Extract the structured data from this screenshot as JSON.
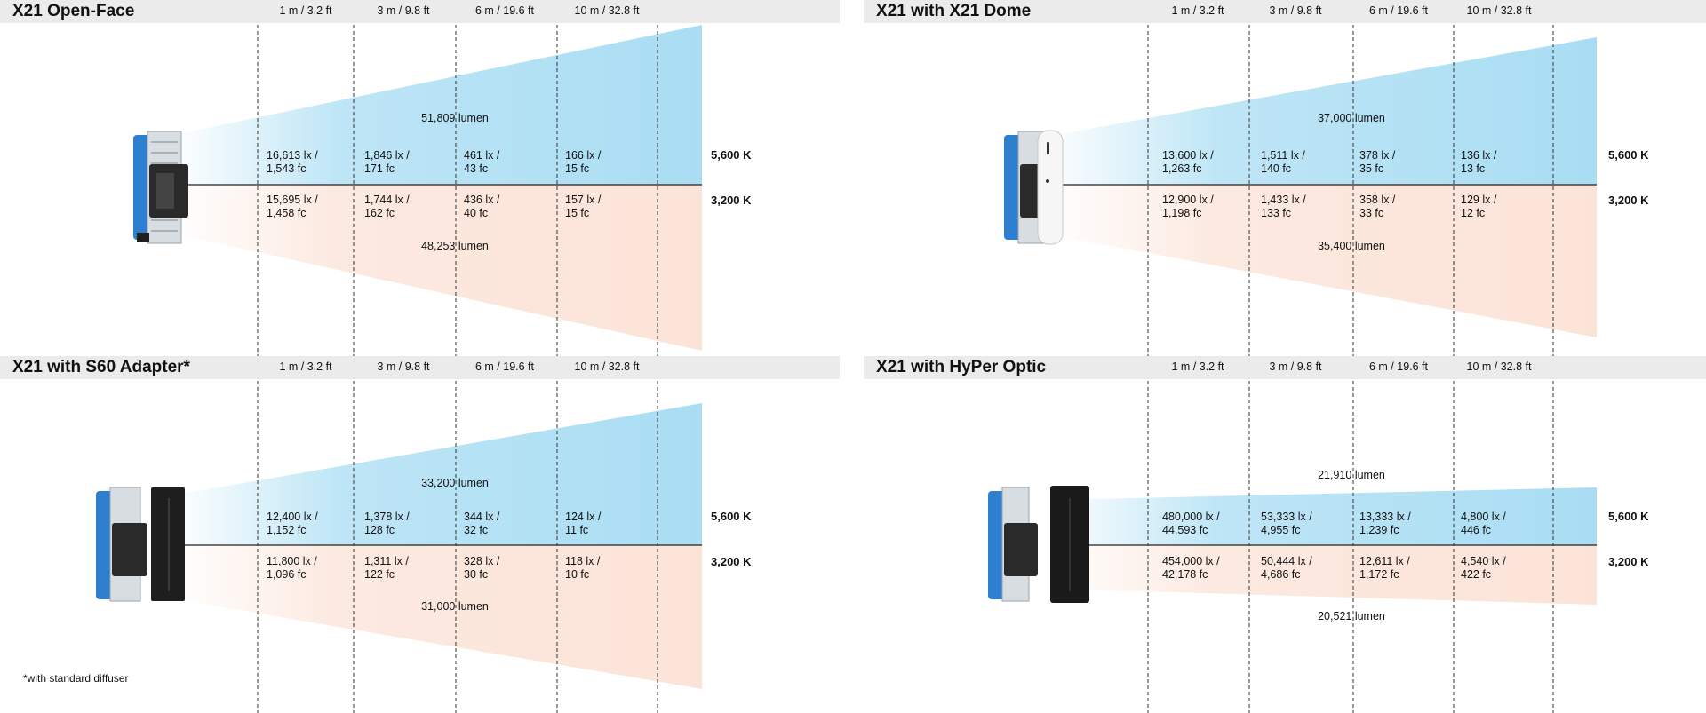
{
  "distances": [
    "1 m / 3.2 ft",
    "3 m / 9.8 ft",
    "6 m / 19.6 ft",
    "10 m / 32.8 ft"
  ],
  "colors": {
    "daylight_beam": "#a9ddf3",
    "tungsten_beam": "#fbe0d3",
    "header_band": "#ebebeb",
    "fixture_body": "#2f7fd0"
  },
  "panels": [
    {
      "title": "X21 Open-Face",
      "lumen_5600": "51,809 lumen",
      "lumen_3200": "48,253 lumen",
      "k_5600": "5,600 K",
      "k_3200": "3,200 K",
      "row_5600": [
        {
          "lx": "16,613 lx /",
          "fc": "1,543 fc"
        },
        {
          "lx": "1,846 lx /",
          "fc": "171 fc"
        },
        {
          "lx": "461 lx /",
          "fc": "43 fc"
        },
        {
          "lx": "166 lx /",
          "fc": "15 fc"
        }
      ],
      "row_3200": [
        {
          "lx": "15,695 lx /",
          "fc": "1,458 fc"
        },
        {
          "lx": "1,744 lx /",
          "fc": "162 fc"
        },
        {
          "lx": "436 lx /",
          "fc": "40 fc"
        },
        {
          "lx": "157 lx /",
          "fc": "15 fc"
        }
      ]
    },
    {
      "title": "X21 with X21 Dome",
      "lumen_5600": "37,000 lumen",
      "lumen_3200": "35,400 lumen",
      "k_5600": "5,600 K",
      "k_3200": "3,200 K",
      "row_5600": [
        {
          "lx": "13,600 lx /",
          "fc": "1,263 fc"
        },
        {
          "lx": "1,511 lx /",
          "fc": "140 fc"
        },
        {
          "lx": "378 lx /",
          "fc": "35 fc"
        },
        {
          "lx": "136 lx /",
          "fc": "13 fc"
        }
      ],
      "row_3200": [
        {
          "lx": "12,900 lx /",
          "fc": "1,198 fc"
        },
        {
          "lx": "1,433 lx /",
          "fc": "133 fc"
        },
        {
          "lx": "358 lx /",
          "fc": "33 fc"
        },
        {
          "lx": "129 lx /",
          "fc": "12 fc"
        }
      ]
    },
    {
      "title": "X21 with S60 Adapter*",
      "lumen_5600": "33,200 lumen",
      "lumen_3200": "31,000 lumen",
      "k_5600": "5,600 K",
      "k_3200": "3,200 K",
      "footnote": "*with standard diffuser",
      "row_5600": [
        {
          "lx": "12,400 lx /",
          "fc": "1,152 fc"
        },
        {
          "lx": "1,378 lx /",
          "fc": "128 fc"
        },
        {
          "lx": "344 lx /",
          "fc": "32 fc"
        },
        {
          "lx": "124 lx /",
          "fc": "11 fc"
        }
      ],
      "row_3200": [
        {
          "lx": "11,800 lx /",
          "fc": "1,096 fc"
        },
        {
          "lx": "1,311 lx /",
          "fc": "122 fc"
        },
        {
          "lx": "328 lx /",
          "fc": "30 fc"
        },
        {
          "lx": "118 lx /",
          "fc": "10 fc"
        }
      ]
    },
    {
      "title": "X21 with HyPer Optic",
      "lumen_5600": "21,910 lumen",
      "lumen_3200": "20,521 lumen",
      "k_5600": "5,600 K",
      "k_3200": "3,200 K",
      "row_5600": [
        {
          "lx": "480,000 lx /",
          "fc": "44,593 fc"
        },
        {
          "lx": "53,333 lx /",
          "fc": "4,955 fc"
        },
        {
          "lx": "13,333 lx /",
          "fc": "1,239 fc"
        },
        {
          "lx": "4,800 lx /",
          "fc": "446 fc"
        }
      ],
      "row_3200": [
        {
          "lx": "454,000 lx /",
          "fc": "42,178 fc"
        },
        {
          "lx": "50,444 lx /",
          "fc": "4,686 fc"
        },
        {
          "lx": "12,611 lx /",
          "fc": "1,172 fc"
        },
        {
          "lx": "4,540 lx /",
          "fc": "422 fc"
        }
      ]
    }
  ]
}
